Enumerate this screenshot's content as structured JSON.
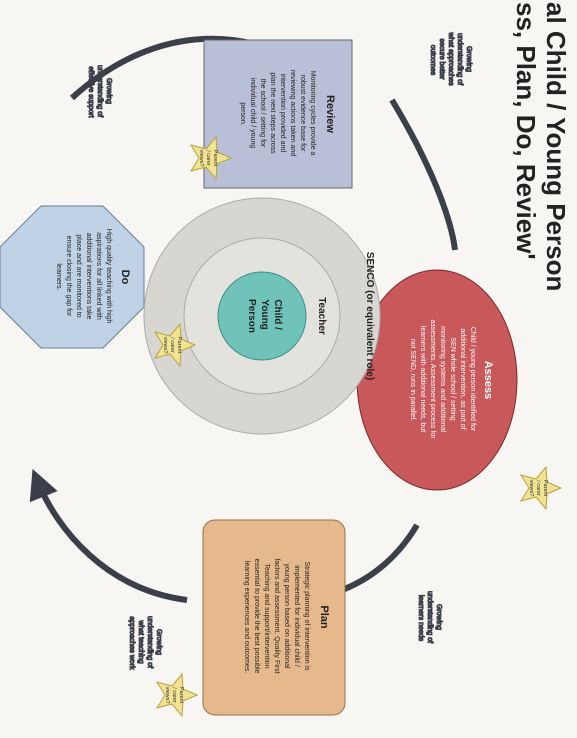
{
  "title_line1": "al Child / Young Person",
  "title_line2": "ss, Plan, Do, Review'",
  "center": {
    "outer": "SENCO (or equivalent role)",
    "middle": "Teacher",
    "inner": [
      "Child /",
      "Young",
      "Person"
    ]
  },
  "review": {
    "title": "Review",
    "lines": [
      "Monitoring cycles provide a",
      "robust evidence base for",
      "reviewing actions taken and",
      "intervention provided and",
      "plan the next steps across",
      "the school / setting for",
      "individual child / young",
      "person."
    ]
  },
  "assess": {
    "title": "Assess",
    "lines": [
      "Child / young person identified for",
      "additional intervention, as part of",
      "SEN whole school / setting",
      "monitoring systems and additional",
      "assessments. Assessment process for",
      "learners with additional needs, but",
      "not SEND, runs in parallel."
    ]
  },
  "plan": {
    "title": "Plan",
    "lines": [
      "Strategic planning of intervention is",
      "implemented for individual child /",
      "young person based on additional",
      "factors and assessment. Quality First",
      "Teaching and support/intervention",
      "essential to provide the best possible",
      "learning experiences and outcomes."
    ]
  },
  "do": {
    "title": "Do",
    "lines": [
      "High quality teaching with high",
      "aspirations for all linked with",
      "additional interventions take",
      "place and are monitored to",
      "ensure closing the gap for",
      "learners."
    ]
  },
  "star_text": [
    "Parent",
    "/ carer",
    "views?"
  ],
  "arrow_labels": {
    "top_right": [
      "Growing",
      "understanding of",
      "what approaches",
      "secure better",
      "outcomes"
    ],
    "top_left": [
      "Growing",
      "understanding of",
      "effective support"
    ],
    "bottom_right": [
      "Growing",
      "understanding of",
      "learners needs"
    ],
    "bottom_left": [
      "Growing",
      "understanding of",
      "what teaching",
      "approaches work"
    ]
  },
  "colors": {
    "review": "#b9bfd6",
    "assess": "#c9585a",
    "plan": "#e6b98c",
    "do": "#bfd2e6",
    "outer_ring": "#d8d6d0",
    "middle_ring": "#e4e2dc",
    "inner_circle": "#6fc3b8",
    "star": "#f1e391",
    "cycle_arrow": "#3b3f4a"
  }
}
